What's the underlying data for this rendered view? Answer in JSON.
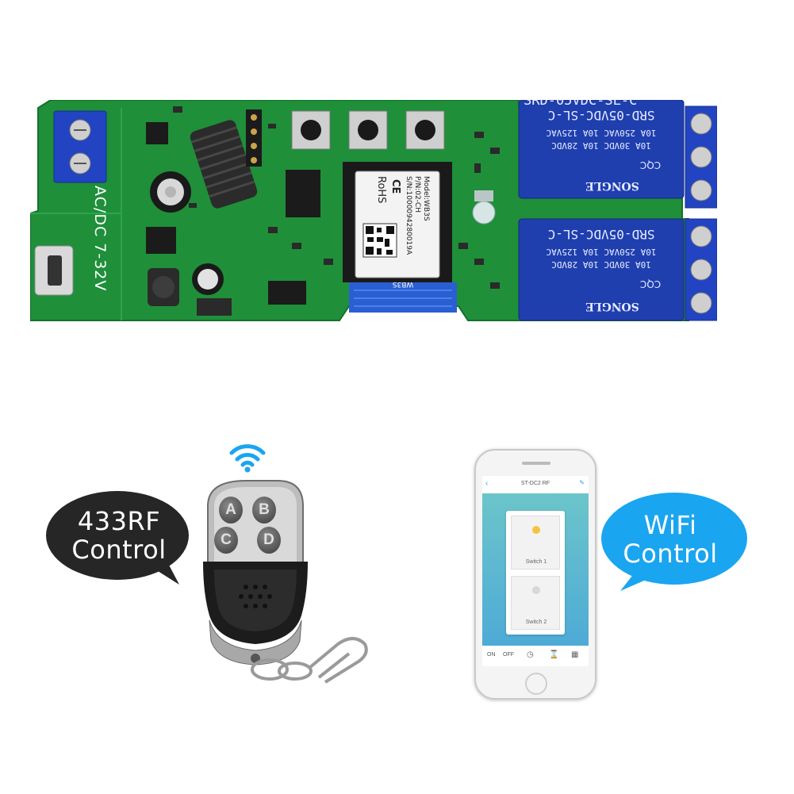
{
  "colors": {
    "pcb_green": "#1f8f3a",
    "relay_blue": "#1f3fae",
    "terminal_blue": "#2244c2",
    "rf_bubble": "#262626",
    "wifi_bubble": "#1aa5f0",
    "wifi_icon": "#1aa5f0"
  },
  "board": {
    "power_label": "AC/DC  7-32V",
    "module": {
      "model": "Model:WB3S",
      "pn": "P/N:02-CH",
      "sn": "S/N:1000094280019A",
      "rohs": "RoHS",
      "ce": "CE",
      "antenna_label": "WB3S"
    },
    "relays": [
      {
        "part": "SRD-05VDC-SL-C",
        "ratings": [
          "10A 250VAC  10A 125VAC",
          "10A 30VDC  10A 28VDC"
        ],
        "brand": "SONGLE",
        "cert": "CQC"
      },
      {
        "part": "SRD-05VDC-SL-C",
        "ratings": [
          "10A 250VAC  10A 125VAC",
          "10A 30VDC  10A 28VDC"
        ],
        "brand": "SONGLE",
        "cert": "CQC"
      }
    ]
  },
  "remote": {
    "buttons": [
      "A",
      "B",
      "C",
      "D"
    ]
  },
  "rf_bubble": {
    "line1": "433RF",
    "line2": "Control"
  },
  "wifi_bubble": {
    "line1": "WiFi",
    "line2": "Control"
  },
  "phone": {
    "app_title": "ST-DC2 RF",
    "switches": [
      {
        "label": "Switch 1"
      },
      {
        "label": "Switch 2"
      }
    ],
    "toolbar": {
      "on_label": "ON",
      "off_label": "OFF"
    }
  },
  "icons": {
    "wifi": "wifi-icon",
    "back": "back-arrow-icon",
    "edit": "edit-icon",
    "clock": "clock-icon",
    "timer": "hourglass-icon",
    "grid": "grid-icon"
  }
}
